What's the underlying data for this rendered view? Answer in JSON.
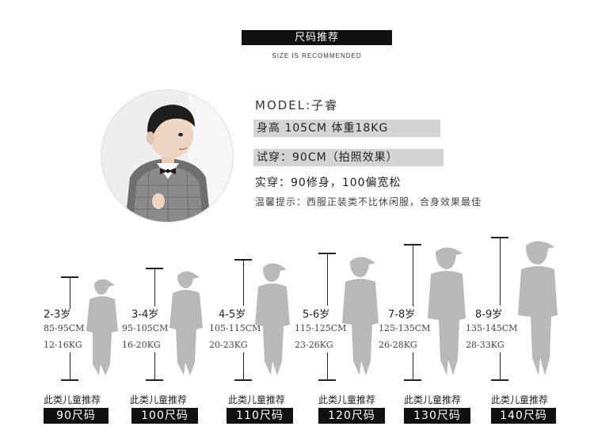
{
  "header": {
    "title": "尺码推荐",
    "subtitle": "SIZE IS RECOMMENDED"
  },
  "model": {
    "label": "MODEL:子睿",
    "height_weight": "身高 105CM   体重18KG",
    "trial": "试穿：90CM（拍照效果）",
    "actual": "实穿：90修身，100偏宽松",
    "tip": "温馨提示：西服正装类不比休闲服，合身效果最佳"
  },
  "sizes": [
    {
      "age": "2-3岁",
      "range": "85-95CM",
      "weight": "12-16KG",
      "recommend": "此类儿童推荐",
      "size": "90尺码"
    },
    {
      "age": "3-4岁",
      "range": "95-105CM",
      "weight": "16-20KG",
      "recommend": "此类儿童推荐",
      "size": "100尺码"
    },
    {
      "age": "4-5岁",
      "range": "105-115CM",
      "weight": "20-23KG",
      "recommend": "此类儿童推荐",
      "size": "110尺码"
    },
    {
      "age": "5-6岁",
      "range": "115-125CM",
      "weight": "23-26KG",
      "recommend": "此类儿童推荐",
      "size": "120尺码"
    },
    {
      "age": "7-8岁",
      "range": "125-135CM",
      "weight": "26-28KG",
      "recommend": "此类儿童推荐",
      "size": "130尺码"
    },
    {
      "age": "8-9岁",
      "range": "135-145CM",
      "weight": "28-33KG",
      "recommend": "此类儿童推荐",
      "size": "140尺码"
    }
  ],
  "colors": {
    "silhouette": "#b9b9b9",
    "bar": "#d4d4d4",
    "dark": "#111111"
  }
}
